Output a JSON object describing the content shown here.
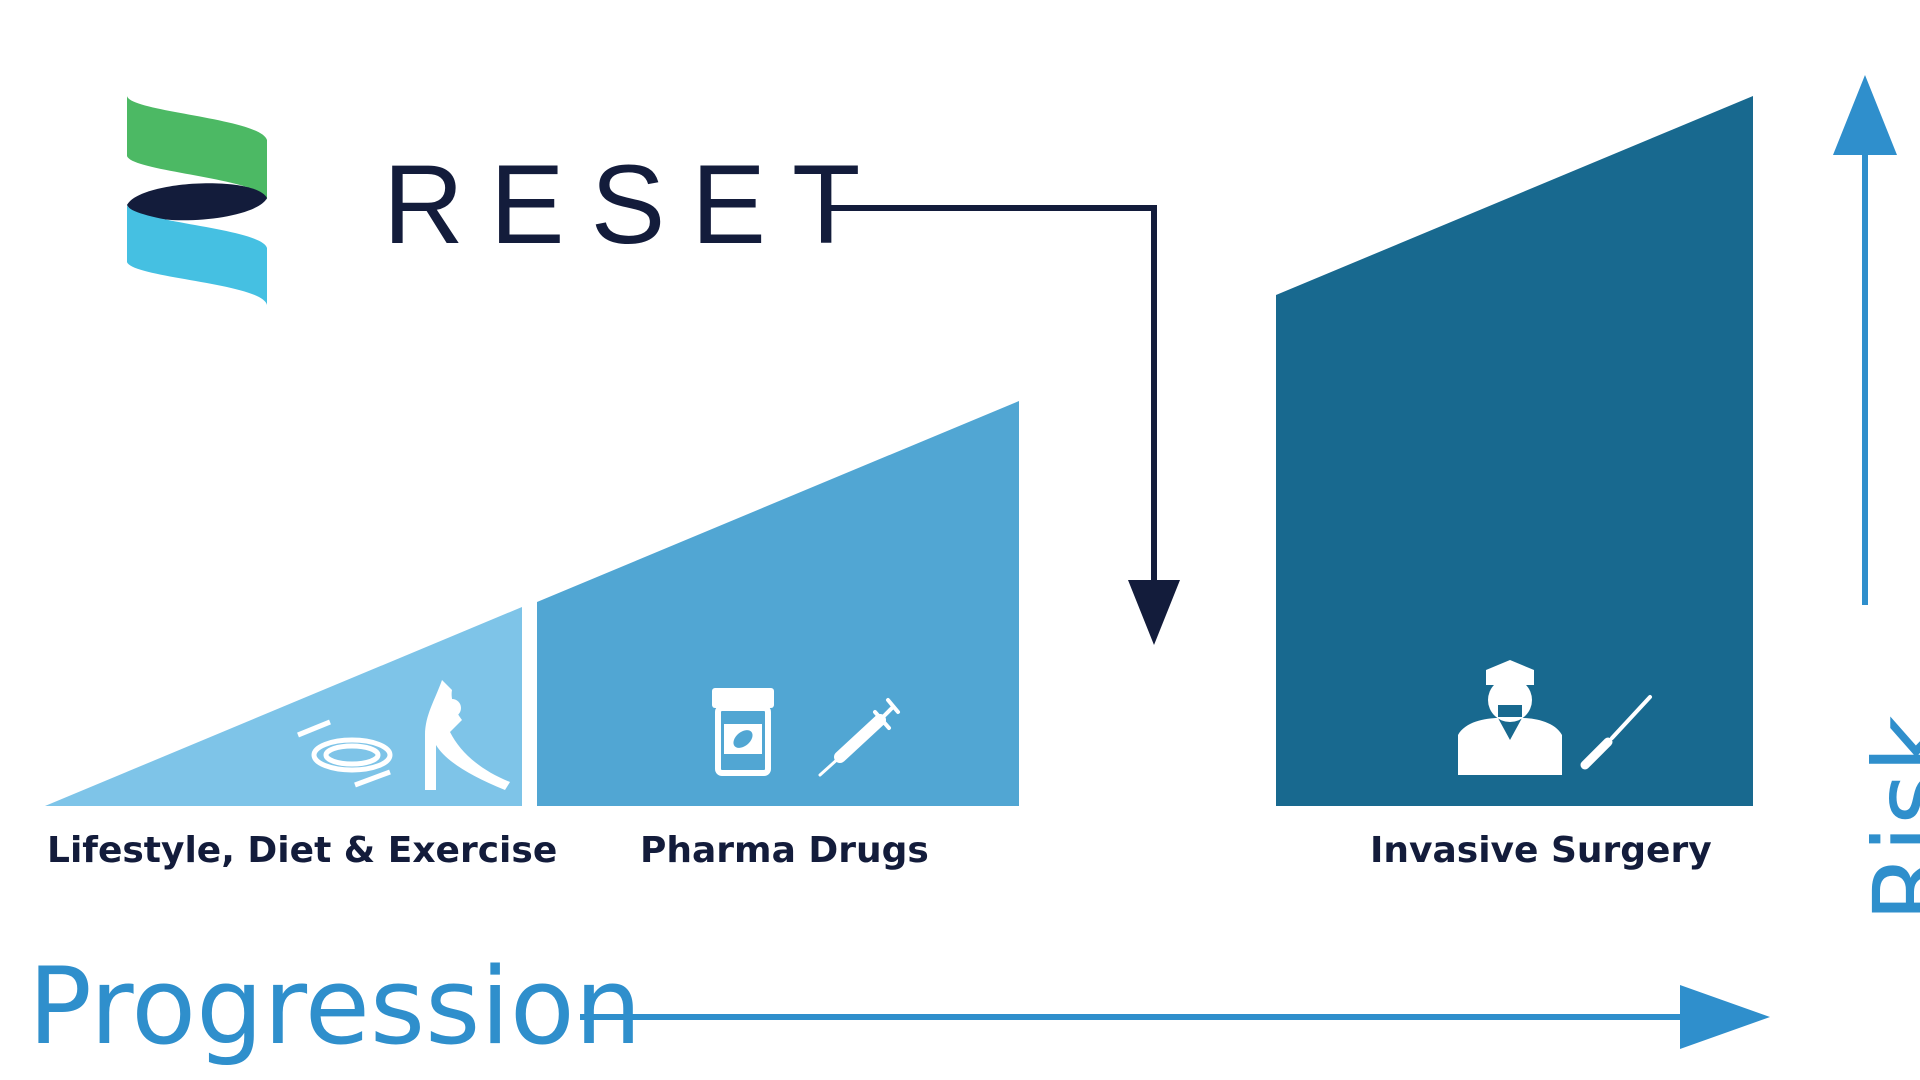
{
  "brand": {
    "name": "RESET",
    "colors": {
      "green": "#4cb964",
      "navy": "#131c3b",
      "cyan": "#45c0e2"
    }
  },
  "stages": [
    {
      "id": "lifestyle",
      "label": "Lifestyle, Diet & Exercise",
      "color": "#7ec4e8",
      "icons": [
        "plate-cutlery-icon",
        "yoga-pose-icon"
      ]
    },
    {
      "id": "pharma",
      "label": "Pharma Drugs",
      "color": "#51a6d3",
      "icons": [
        "pill-bottle-icon",
        "syringe-icon"
      ]
    },
    {
      "id": "surgery",
      "label": "Invasive Surgery",
      "color": "#18698f",
      "icons": [
        "surgeon-icon",
        "scalpel-icon"
      ]
    }
  ],
  "axes": {
    "x_label": "Progression",
    "y_label": "Risk",
    "color": "#2f8fcc"
  },
  "reset_arrow_color": "#131c3b"
}
